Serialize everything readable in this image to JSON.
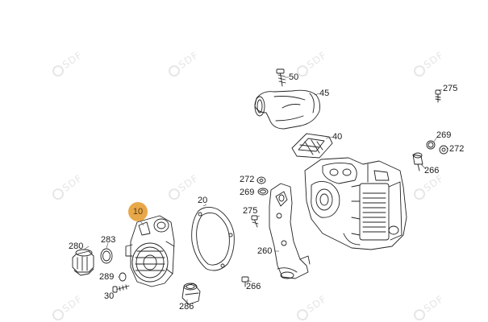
{
  "callout": {
    "label": "10",
    "color": "#e8a84a"
  },
  "watermark": {
    "text": "SDF",
    "color": "#e6e6e6"
  },
  "parts": {
    "p50": "50",
    "p45": "45",
    "p40": "40",
    "p275": "275",
    "p269a": "269",
    "p272a": "272",
    "p266a": "266",
    "p272b": "272",
    "p269b": "269",
    "p275b": "275",
    "p260": "260",
    "p20": "20",
    "p280": "280",
    "p283": "283",
    "p289": "289",
    "p30": "30",
    "p286": "286",
    "p266b": "266"
  }
}
